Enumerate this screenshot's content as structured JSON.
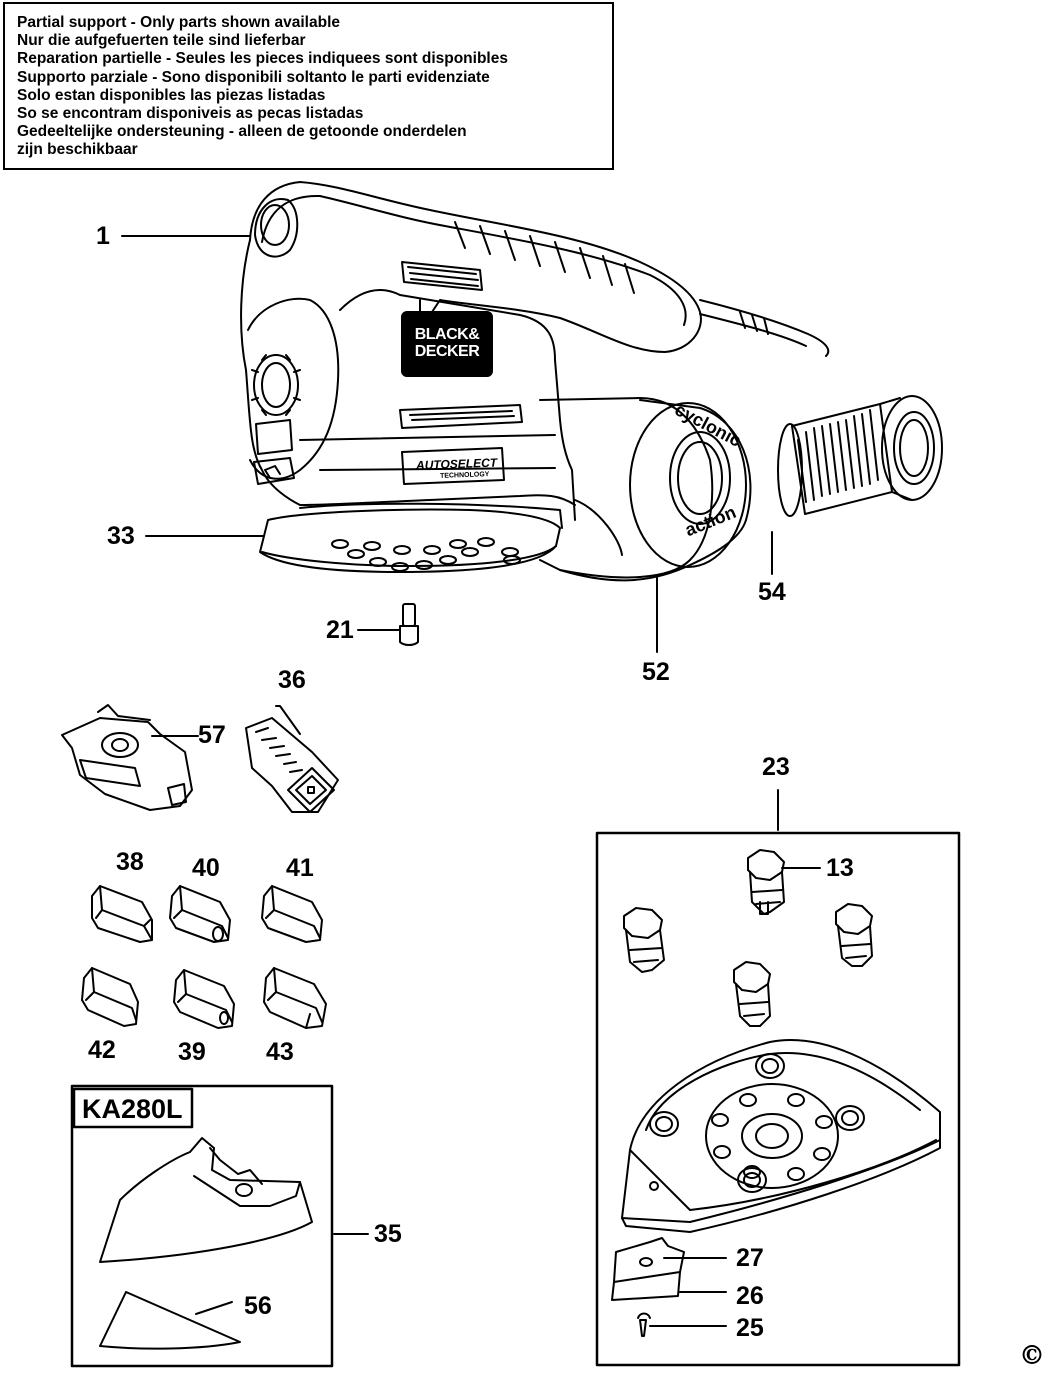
{
  "notice": {
    "lines": [
      "Partial support - Only parts shown available",
      "Nur die aufgefuerten teile sind lieferbar",
      "Reparation partielle - Seules les pieces indiquees sont disponibles",
      "Supporto parziale - Sono disponibili soltanto le parti evidenziate",
      "Solo estan disponibles las piezas listadas",
      "So se encontram disponiveis as pecas listadas",
      "Gedeeltelijke ondersteuning - alleen de getoonde onderdelen",
      "zijn beschikbaar"
    ]
  },
  "product": {
    "brand_line1": "BLACK&",
    "brand_line2": "DECKER",
    "feature_badge": "AUTOSELECT",
    "feature_badge_sub": "TECHNOLOGY",
    "canister_top": "cyclonic",
    "canister_bottom": "action"
  },
  "part_labels": {
    "p1": "1",
    "p33": "33",
    "p21": "21",
    "p52": "52",
    "p54": "54",
    "p36": "36",
    "p57": "57",
    "p23": "23",
    "p13": "13",
    "p38": "38",
    "p40": "40",
    "p41": "41",
    "p42": "42",
    "p39": "39",
    "p43": "43",
    "p35": "35",
    "p56": "56",
    "p27": "27",
    "p26": "26",
    "p25": "25"
  },
  "kit": {
    "title": "KA280L"
  },
  "copyright": "©"
}
